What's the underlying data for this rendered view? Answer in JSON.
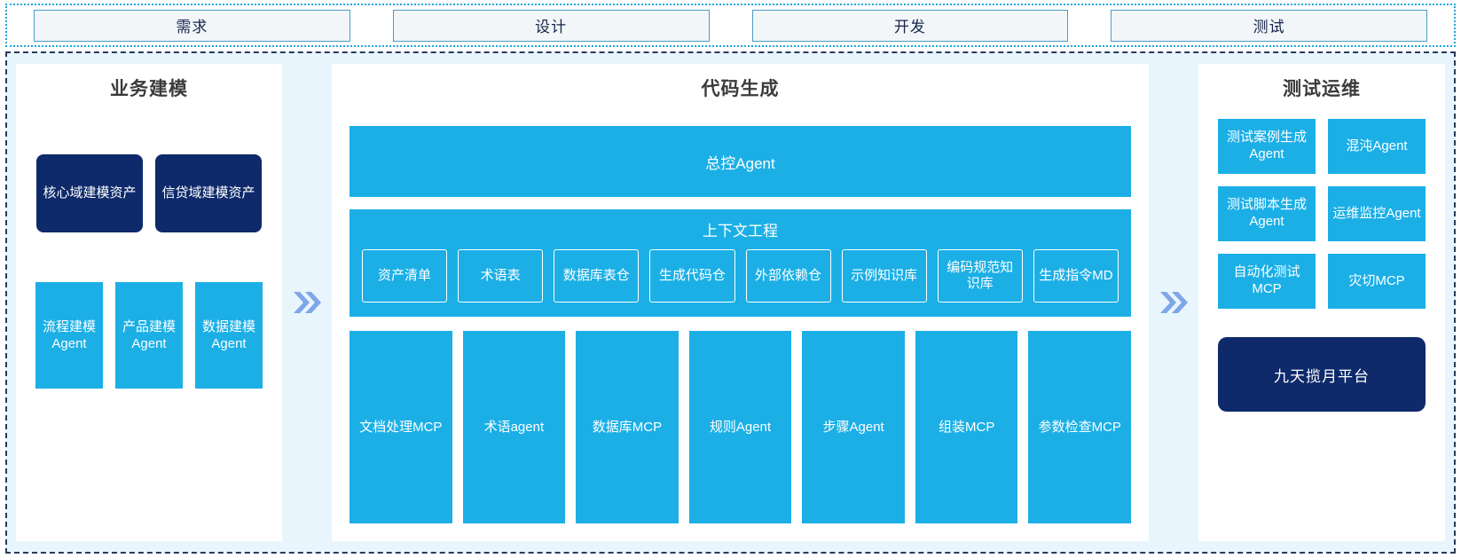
{
  "phases": {
    "items": [
      {
        "label": "需求"
      },
      {
        "label": "设计"
      },
      {
        "label": "开发"
      },
      {
        "label": "测试"
      }
    ]
  },
  "business_modeling": {
    "title": "业务建模",
    "assets": [
      {
        "label": "核心域建模资产"
      },
      {
        "label": "信贷域建模资产"
      }
    ],
    "agents": [
      {
        "label": "流程建模Agent"
      },
      {
        "label": "产品建模Agent"
      },
      {
        "label": "数据建模Agent"
      }
    ]
  },
  "code_generation": {
    "title": "代码生成",
    "master_agent": "总控Agent",
    "context_engineering": {
      "title": "上下文工程",
      "items": [
        {
          "label": "资产清单"
        },
        {
          "label": "术语表"
        },
        {
          "label": "数据库表仓"
        },
        {
          "label": "生成代码仓"
        },
        {
          "label": "外部依赖仓"
        },
        {
          "label": "示例知识库"
        },
        {
          "label": "编码规范知识库"
        },
        {
          "label": "生成指令MD"
        }
      ]
    },
    "tools": [
      {
        "label": "文档处理MCP"
      },
      {
        "label": "术语agent"
      },
      {
        "label": "数据库MCP"
      },
      {
        "label": "规则Agent"
      },
      {
        "label": "步骤Agent"
      },
      {
        "label": "组装MCP"
      },
      {
        "label": "参数检查MCP"
      }
    ]
  },
  "test_ops": {
    "title": "测试运维",
    "items": [
      {
        "label": "测试案例生成Agent"
      },
      {
        "label": "混沌Agent"
      },
      {
        "label": "测试脚本生成Agent"
      },
      {
        "label": "运维监控Agent"
      },
      {
        "label": "自动化测试MCP"
      },
      {
        "label": "灾切MCP"
      }
    ],
    "platform": "九天揽月平台"
  },
  "arrows": {
    "left_to_center": "double-chevron-right",
    "center_to_right": "double-chevron-right"
  },
  "colors": {
    "cyan": "#1BAFE6",
    "navy": "#0E2A6B",
    "arrow": "#7FA6E8",
    "stage_bg": "#E9F5FD",
    "phase_border": "#4C9CC6",
    "dashed_border": "#2B3A5C",
    "dotted_border": "#1FA8DC"
  }
}
